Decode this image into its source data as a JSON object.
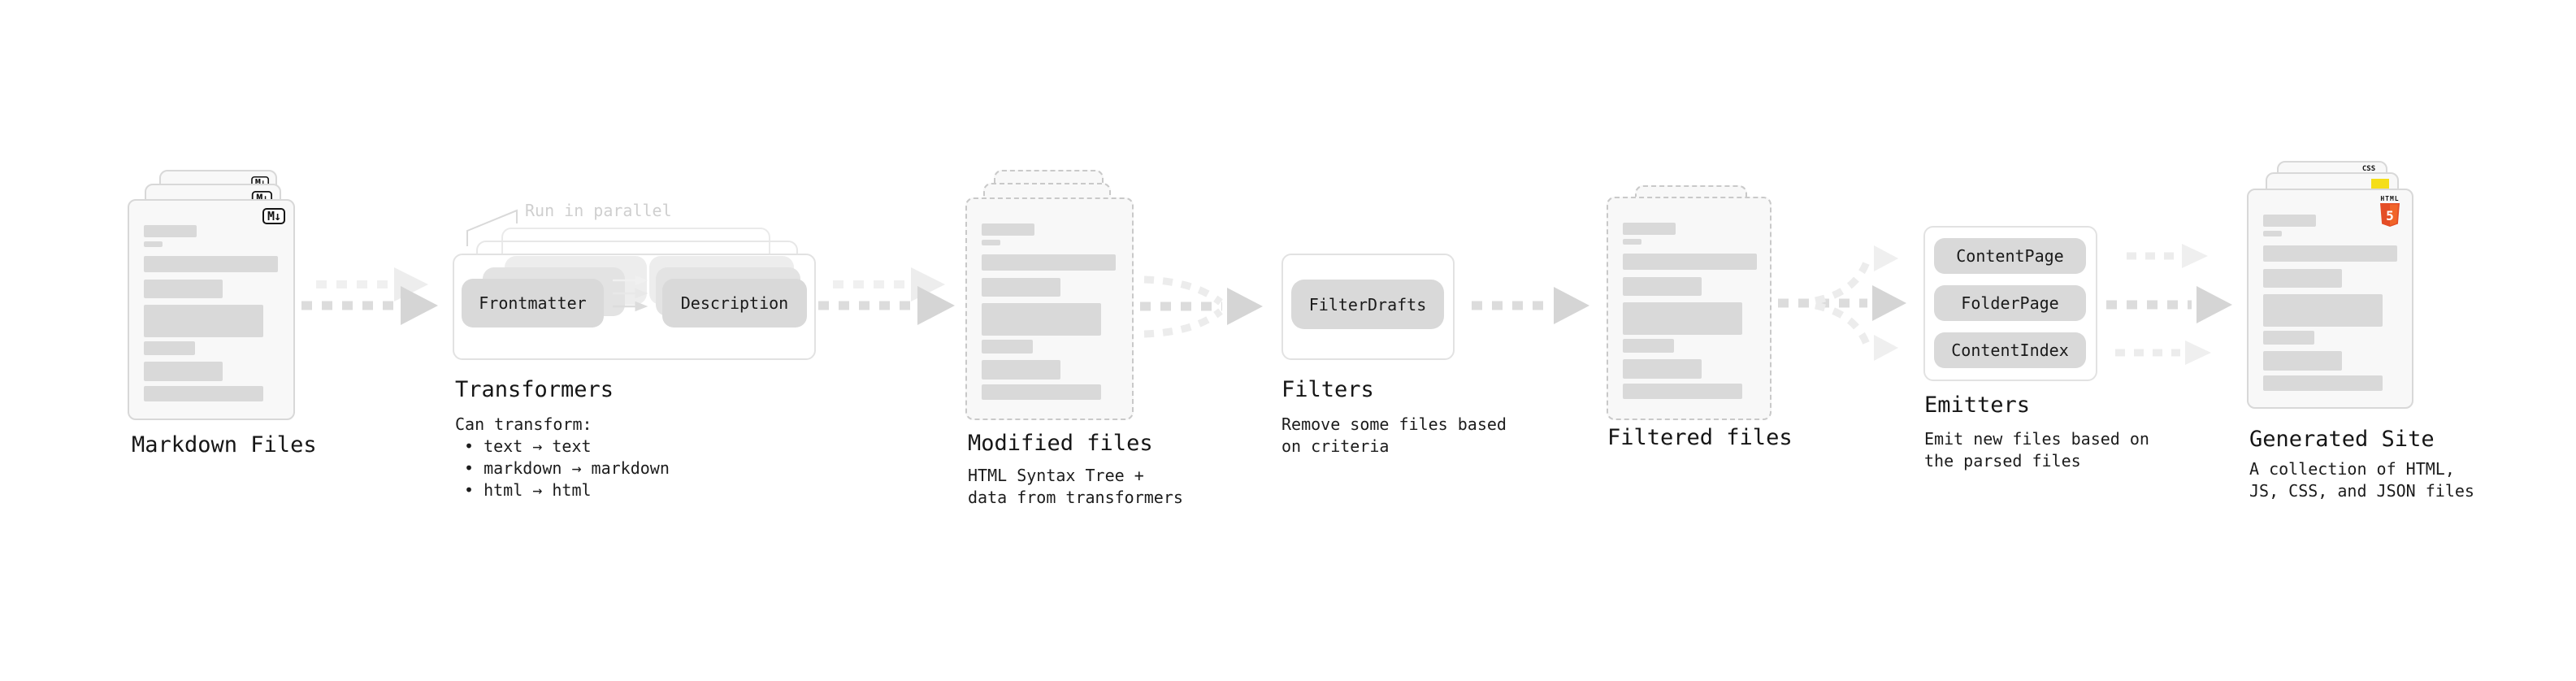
{
  "colors": {
    "background": "#ffffff",
    "card_bg": "#f8f8f8",
    "card_border": "#d8d8d8",
    "dashed_border": "#c9c9c9",
    "placeholder_bar": "#d9d9d9",
    "panel_border": "#e4e4e4",
    "chip_bg": "#d9d9d9",
    "text": "#1a1a1a",
    "annotation_gray": "#cfcfcf",
    "arrow_gray": "#dcdcdc",
    "arrow_light": "#efefef",
    "html5_orange": "#e44d26",
    "html5_orange_light": "#f16529",
    "js_yellow": "#f5de19",
    "css_blue": "#2570e8"
  },
  "stages": {
    "markdown_files": {
      "label": "Markdown Files",
      "badge": "M↓"
    },
    "transformers": {
      "label": "Transformers",
      "annotation": "Run in parallel",
      "chips": [
        "Frontmatter",
        "Description"
      ],
      "notes": [
        "Can transform:",
        "• text → text",
        "• markdown → markdown",
        "• html → html"
      ]
    },
    "modified_files": {
      "label": "Modified files",
      "notes": [
        "HTML Syntax Tree +",
        "data from transformers"
      ]
    },
    "filters": {
      "label": "Filters",
      "chips": [
        "FilterDrafts"
      ],
      "notes": [
        "Remove some files based",
        "on criteria"
      ]
    },
    "filtered_files": {
      "label": "Filtered files"
    },
    "emitters": {
      "label": "Emitters",
      "chips": [
        "ContentPage",
        "FolderPage",
        "ContentIndex"
      ],
      "notes": [
        "Emit new files based on",
        "the parsed files"
      ]
    },
    "generated_site": {
      "label": "Generated Site",
      "badge_css": "CSS",
      "badge_html_word": "HTML",
      "badge_html_five": "5",
      "notes": [
        "A collection of HTML,",
        "JS, CSS, and JSON files"
      ]
    }
  }
}
